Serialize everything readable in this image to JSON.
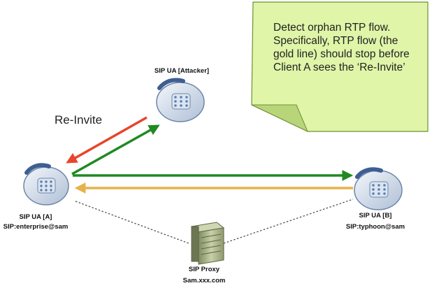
{
  "note": {
    "text": "Detect orphan RTP flow. Specifically, RTP flow (the gold line) should stop before Client A sees the ‘Re-Invite’",
    "fill_color": "#e0f5a8",
    "border_color": "#6f8f33"
  },
  "nodes": {
    "attacker": {
      "label": "SIP UA [Attacker]"
    },
    "ua_a": {
      "name": "SIP UA [A]",
      "uri": "SIP:enterprise@sam"
    },
    "ua_b": {
      "name": "SIP UA [B]",
      "uri": "SIP:typhoon@sam"
    },
    "proxy": {
      "name": "SIP Proxy",
      "host": "Sam.xxx.com"
    }
  },
  "edges": {
    "reinvite_label": "Re-Invite",
    "reinvite_color": "#e8452c",
    "signaling_color": "#1f8a22",
    "rtp_color": "#e8b24a",
    "proxy_link_color": "#444444"
  }
}
